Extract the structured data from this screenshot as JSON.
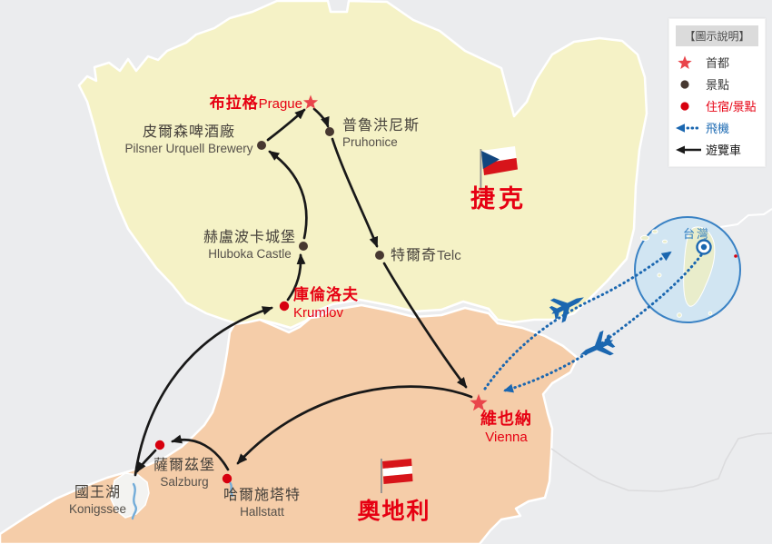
{
  "legend": {
    "title": "【圖示說明】",
    "items": [
      {
        "icon": "capital-star",
        "label": "首都"
      },
      {
        "icon": "spot-dot",
        "label": "景點"
      },
      {
        "icon": "stay-spot-dot",
        "label": "住宿/景點"
      },
      {
        "icon": "flight-dotted-arrow",
        "label": "飛機"
      },
      {
        "icon": "bus-arrow",
        "label": "遊覽車"
      }
    ]
  },
  "countries": {
    "czech": {
      "zh": "捷克"
    },
    "austria": {
      "zh": "奧地利"
    },
    "taiwan": {
      "zh": "台灣"
    }
  },
  "locations": [
    {
      "zh": "布拉格",
      "en": "Prague",
      "type": "capital"
    },
    {
      "zh": "皮爾森啤酒廠",
      "en": "Pilsner Urquell Brewery",
      "type": "spot"
    },
    {
      "zh": "普魯洪尼斯",
      "en": "Pruhonice",
      "type": "spot"
    },
    {
      "zh": "赫盧波卡城堡",
      "en": "Hluboka Castle",
      "type": "spot"
    },
    {
      "zh": "特爾奇",
      "en": "Telc",
      "type": "spot"
    },
    {
      "zh": "庫倫洛夫",
      "en": "Krumlov",
      "type": "stay-spot"
    },
    {
      "zh": "維也納",
      "en": "Vienna",
      "type": "capital"
    },
    {
      "zh": "薩爾茲堡",
      "en": "Salzburg",
      "type": "stay-spot"
    },
    {
      "zh": "哈爾施塔特",
      "en": "Hallstatt",
      "type": "stay-spot"
    },
    {
      "zh": "國王湖",
      "en": "Konigssee",
      "type": "lake"
    }
  ],
  "route": {
    "bus_legs": [
      "維也納 Vienna → 哈爾施塔特 Hallstatt",
      "哈爾施塔特 Hallstatt → 薩爾茲堡 Salzburg",
      "薩爾茲堡 Salzburg → 國王湖 Konigssee",
      "國王湖 Konigssee → 庫倫洛夫 Krumlov",
      "庫倫洛夫 Krumlov → 赫盧波卡城堡 Hluboka Castle",
      "赫盧波卡城堡 Hluboka Castle → 皮爾森啤酒廠 Pilsner Urquell Brewery",
      "皮爾森啤酒廠 Pilsner Urquell Brewery → 布拉格 Prague",
      "布拉格 Prague → 普魯洪尼斯 Pruhonice",
      "普魯洪尼斯 Pruhonice → 特爾奇 Telc",
      "特爾奇 Telc → 維也納 Vienna"
    ],
    "flight_legs": [
      "維也納 Vienna → 台灣 Taiwan",
      "台灣 Taiwan → 維也納 Vienna"
    ]
  },
  "colors": {
    "background": "#ebecee",
    "czech_fill": "#f5f2c6",
    "austria_fill": "#f5cda9",
    "red_text": "#e60012",
    "capital_star": "#e9454b",
    "spot_dot": "#473831",
    "stay_spot_dot": "#d7000f",
    "flight_blue": "#1b67b0",
    "route_black": "#191919",
    "taiwan_circle_fill": "#cde4f4",
    "taiwan_circle_stroke": "#3a82c4"
  }
}
